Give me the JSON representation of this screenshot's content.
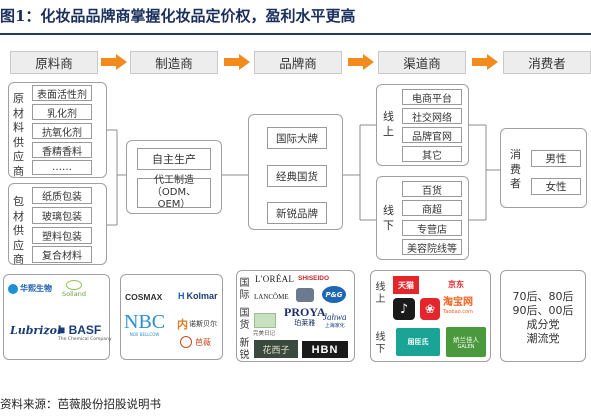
{
  "title": "图1：化妆品品牌商掌握化妆品定价权，盈利水平更高",
  "stages": [
    "原料商",
    "制造商",
    "品牌商",
    "渠道商",
    "消费者"
  ],
  "raw": {
    "group1_label": "原材料供应商",
    "group1_items": [
      "表面活性剂",
      "乳化剂",
      "抗氧化剂",
      "香精香料",
      "……"
    ],
    "group2_label": "包材供应商",
    "group2_items": [
      "纸质包装",
      "玻璃包装",
      "塑料包装",
      "复合材料"
    ]
  },
  "manufacturer": {
    "items": [
      "自主生产",
      "代工制造\n（ODM、OEM）"
    ]
  },
  "brand": {
    "items": [
      "国际大牌",
      "经典国货",
      "新锐品牌"
    ]
  },
  "channel": {
    "online_label": "线上",
    "online_items": [
      "电商平台",
      "社交网络",
      "品牌官网",
      "其它"
    ],
    "offline_label": "线下",
    "offline_items": [
      "百货",
      "商超",
      "专营店",
      "美容院线等"
    ]
  },
  "consumer": {
    "label": "消费者",
    "items": [
      "男性",
      "女性"
    ]
  },
  "bottom": {
    "raw_logos": [
      "华熙生物",
      "Solland",
      "Lubrizol",
      "BASF",
      "The Chemical Company"
    ],
    "mfr_logos": [
      "COSMAX",
      "Kolmar",
      "NBC",
      "NOX BELLCOW",
      "诺斯贝尔",
      "芭薇"
    ],
    "brand_row_labels": [
      "国际",
      "国货",
      "新锐"
    ],
    "brand_logos": [
      "L'ORÉAL",
      "SHISEIDO",
      "LANCÔME",
      "PROYA",
      "P&G",
      "珀莱雅",
      "Jahwa",
      "上海家化",
      "完美日记",
      "花西子",
      "HBN"
    ],
    "channel_row_labels": [
      "线上",
      "线下"
    ],
    "channel_logos": [
      "天猫",
      "京东",
      "淘宝网",
      "Taobao.com",
      "屈臣氏",
      "娇兰佳人",
      "GALEN"
    ],
    "consumer_text": [
      "70后、80后",
      "90后、00后",
      "成分党",
      "潮流党"
    ]
  },
  "source": "资料来源：芭薇股份招股说明书",
  "colors": {
    "arrow": "#f28a1e",
    "title": "#1a2f5c",
    "border": "#a0a0a0",
    "stage_fill": "#ededed"
  }
}
